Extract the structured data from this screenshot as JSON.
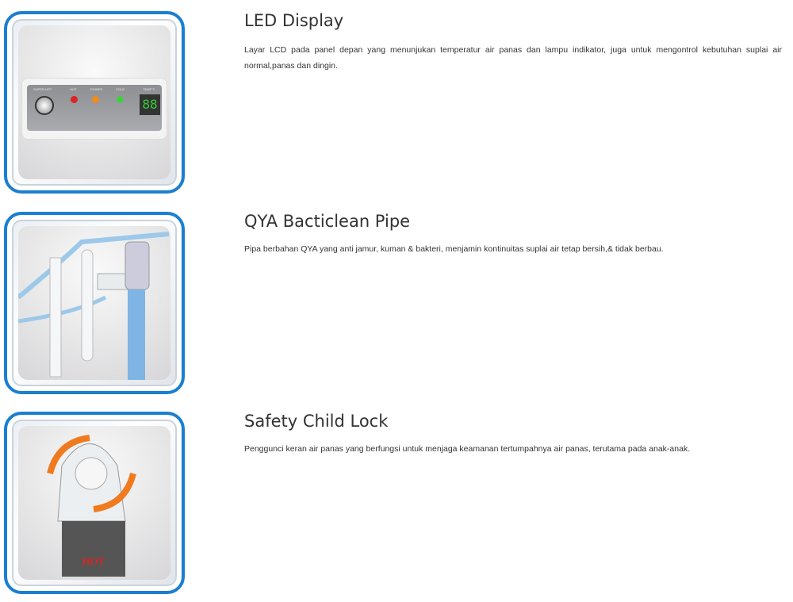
{
  "features": [
    {
      "title": "LED Display",
      "description": "Layar LCD pada panel depan yang menunjukan temperatur air panas dan lampu indikator, juga untuk mengontrol kebutuhan suplai air normal,panas dan dingin.",
      "panel": {
        "labels": [
          "SUPER HOT",
          "HOT",
          "POWER",
          "COLD",
          "TEMP°C"
        ],
        "display": "88"
      }
    },
    {
      "title": "QYA Bacticlean Pipe",
      "description": "Pipa berbahan QYA yang anti jamur, kuman & bakteri, menjamin kontinuitas suplai air tetap bersih,& tidak berbau."
    },
    {
      "title": "Safety Child Lock",
      "description": "Penggunci keran air panas yang berfungsi untuk menjaga keamanan tertumpahnya air panas, terutama pada anak-anak.",
      "tap_label": "HOT"
    }
  ],
  "colors": {
    "frame": "#1a7fd0",
    "text": "#333333"
  }
}
